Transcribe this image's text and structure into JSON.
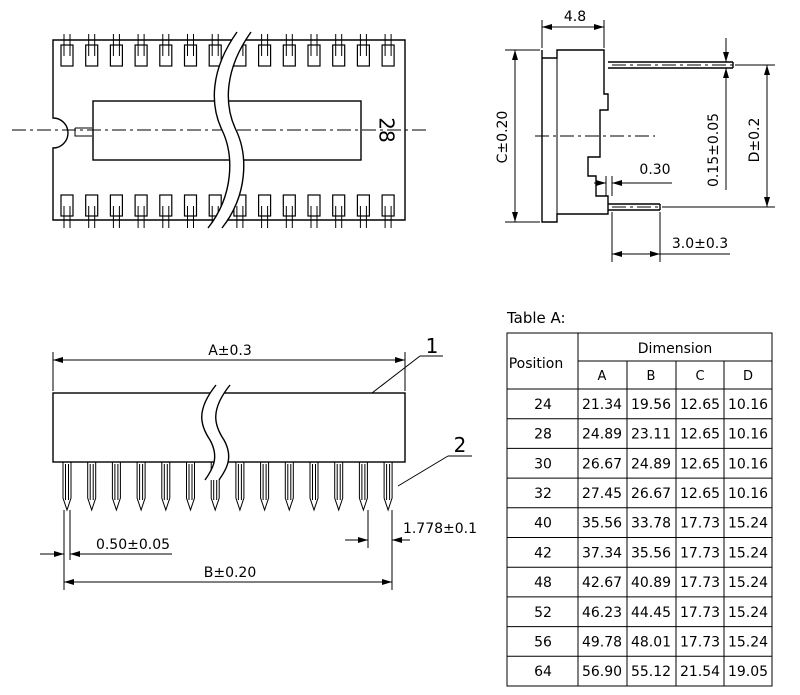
{
  "top_view": {
    "pin_count_label": "28"
  },
  "side_view": {
    "dim_width": "4.8",
    "dim_c": "C±0.20",
    "dim_pitch": "0.15±0.05",
    "dim_d": "D±0.2",
    "dim_pin": "0.30",
    "dim_lead": "3.0±0.3"
  },
  "front_view": {
    "dim_a": "A±0.3",
    "dim_b": "B±0.20",
    "dim_pin_width": "0.50±0.05",
    "dim_pin_spacing": "1.778±0.1",
    "callout_1": "1",
    "callout_2": "2"
  },
  "table": {
    "title": "Table A:",
    "header_position": "Position",
    "header_dimension": "Dimension",
    "columns": [
      "A",
      "B",
      "C",
      "D"
    ],
    "rows": [
      {
        "position": "24",
        "A": "21.34",
        "B": "19.56",
        "C": "12.65",
        "D": "10.16"
      },
      {
        "position": "28",
        "A": "24.89",
        "B": "23.11",
        "C": "12.65",
        "D": "10.16"
      },
      {
        "position": "30",
        "A": "26.67",
        "B": "24.89",
        "C": "12.65",
        "D": "10.16"
      },
      {
        "position": "32",
        "A": "27.45",
        "B": "26.67",
        "C": "12.65",
        "D": "10.16"
      },
      {
        "position": "40",
        "A": "35.56",
        "B": "33.78",
        "C": "17.73",
        "D": "15.24"
      },
      {
        "position": "42",
        "A": "37.34",
        "B": "35.56",
        "C": "17.73",
        "D": "15.24"
      },
      {
        "position": "48",
        "A": "42.67",
        "B": "40.89",
        "C": "17.73",
        "D": "15.24"
      },
      {
        "position": "52",
        "A": "46.23",
        "B": "44.45",
        "C": "17.73",
        "D": "15.24"
      },
      {
        "position": "56",
        "A": "49.78",
        "B": "48.01",
        "C": "17.73",
        "D": "15.24"
      },
      {
        "position": "64",
        "A": "56.90",
        "B": "55.12",
        "C": "21.54",
        "D": "19.05"
      }
    ]
  }
}
